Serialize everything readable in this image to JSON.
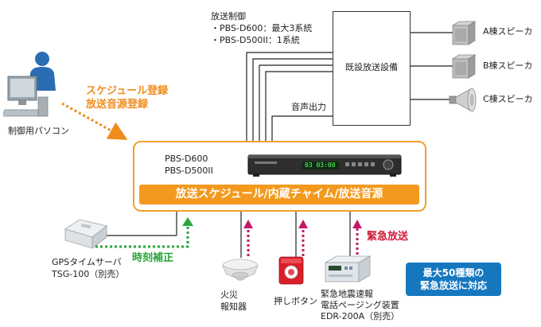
{
  "control": {
    "title": "放送制御",
    "line1": "・PBS-D600：最大3系統",
    "line2": "・PBS-D500II：1系統"
  },
  "existing_equipment": "既設放送設備",
  "audio_output": "音声出力",
  "speakers": [
    {
      "label": "A棟スピーカ"
    },
    {
      "label": "B棟スピーカ"
    },
    {
      "label": "C棟スピーカ"
    }
  ],
  "pc": {
    "caption": "制御用パソコン",
    "note1": "スケジュール登録",
    "note2": "放送音源登録"
  },
  "main_unit": {
    "model1": "PBS-D600",
    "model2": "PBS-D500II",
    "bar": "放送スケジュール/内蔵チャイム/放送音源",
    "display": "03 03:00"
  },
  "gps": {
    "line1": "GPSタイムサーバ",
    "line2": "TSG-100（別売）",
    "correction": "時刻補正"
  },
  "emergency": "緊急放送",
  "fire": {
    "line1": "火災",
    "line2": "報知器"
  },
  "push_button": "押しボタン",
  "eew": {
    "line1": "緊急地震速報",
    "line2": "電話ページング装置",
    "line3": "EDR-200A（別売）"
  },
  "callout": {
    "line1": "最大50種類の",
    "line2": "緊急放送に対応"
  },
  "colors": {
    "orange": "#f39a1e",
    "green": "#2aa53b",
    "red": "#d01c3a",
    "blue": "#1578bf"
  }
}
